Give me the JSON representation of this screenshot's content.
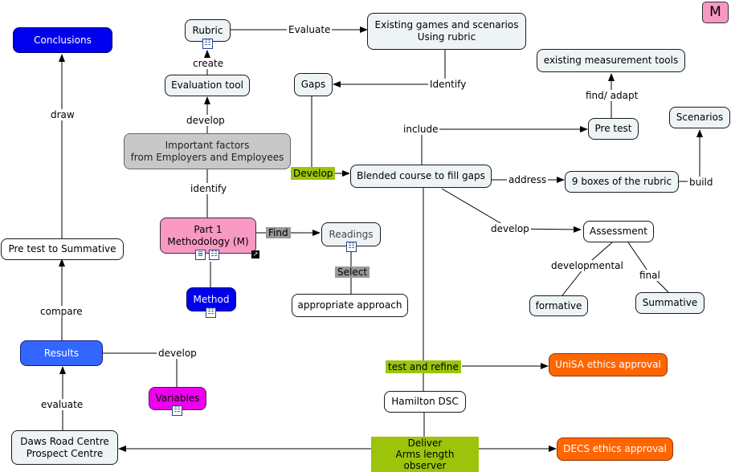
{
  "badge": "M",
  "nodes": {
    "conclusions": "Conclusions",
    "rubric": "Rubric",
    "existing_games": "Existing games and scenarios\nUsing rubric",
    "evaluation_tool": "Evaluation tool",
    "gaps": "Gaps",
    "existing_tools": "existing measurement tools",
    "important_factors": "Important factors\nfrom Employers and Employees",
    "pre_test": "Pre test",
    "scenarios": "Scenarios",
    "blended_course": "Blended course to fill gaps",
    "nine_boxes": "9 boxes of the rubric",
    "part1": "Part 1\nMethodology (M)",
    "readings": "Readings",
    "assessment": "Assessment",
    "pre_test_summative": "Pre test to Summative",
    "method": "Method",
    "appropriate_approach": "appropriate approach",
    "formative": "formative",
    "summative": "Summative",
    "results": "Results",
    "unisa": "UniSA ethics approval",
    "variables": "Variables",
    "hamilton": "Hamilton DSC",
    "daws_road": "Daws Road Centre\nProspect Centre",
    "decs": "DECS ethics approval"
  },
  "links": {
    "evaluate_top": "Evaluate",
    "create": "create",
    "identify_gaps": "Identify",
    "develop_eval": "develop",
    "draw": "draw",
    "find_adapt": "find/ adapt",
    "include": "include",
    "develop_green": "Develop",
    "address": "address",
    "build": "build",
    "identify_factors": "identify",
    "find": "Find",
    "develop_assessment": "develop",
    "select": "Select",
    "compare": "compare",
    "developmental": "developmental",
    "final": "final",
    "develop_variables": "develop",
    "test_refine": "test and refine",
    "evaluate_bottom": "evaluate",
    "deliver": "Deliver\nArms length observer"
  },
  "colors": {
    "blue_node": "#0000ee",
    "results_node": "#3366ff",
    "magenta_node": "#ee00ee",
    "pink_node": "#f899c3",
    "grey_node": "#c8c8c8",
    "orange_node": "#ff6600",
    "green_label": "#9dc40a",
    "light_node": "#eef3f6"
  },
  "icons": {
    "concept_map_icon": "concept-map-icon",
    "document_icon": "document-icon",
    "link_arrow_icon": "link-arrow-icon"
  }
}
